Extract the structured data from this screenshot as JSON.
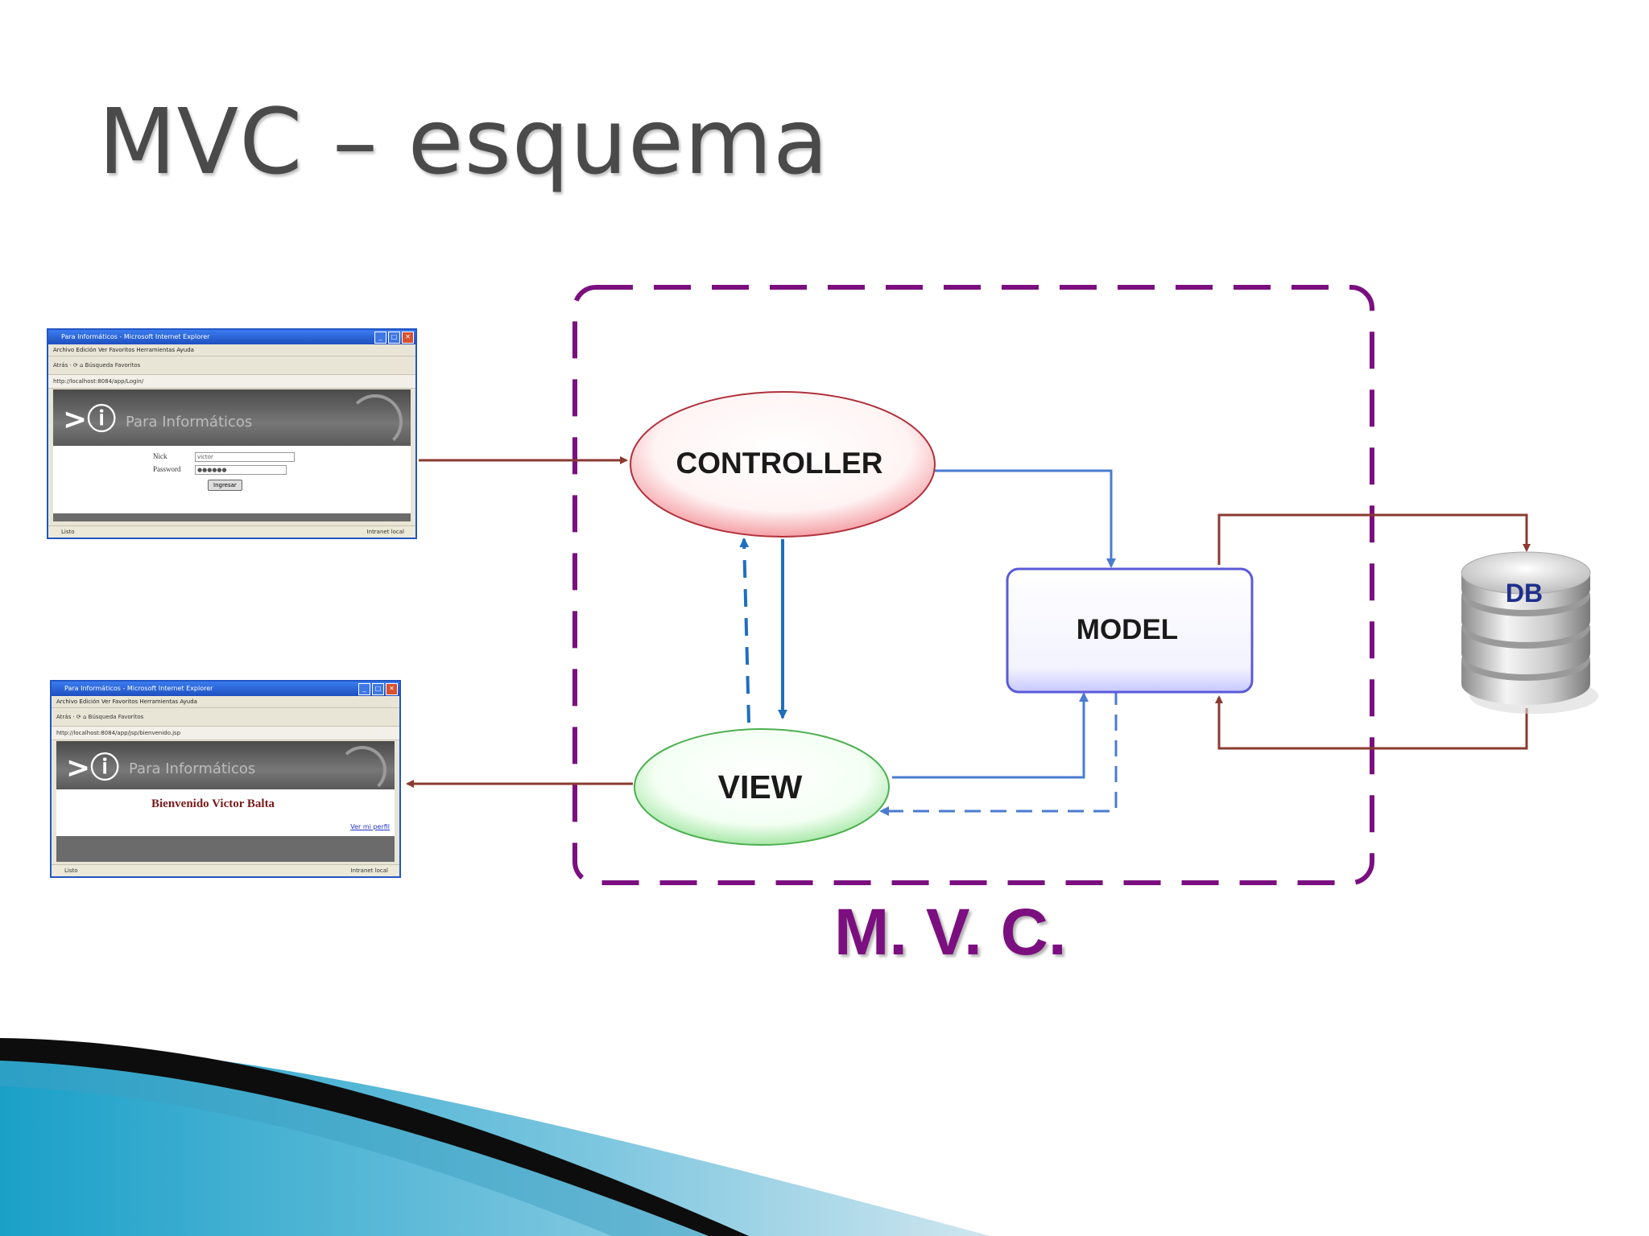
{
  "slide": {
    "title": "MVC – esquema",
    "footer_label": "M. V. C."
  },
  "diagram": {
    "controller": "CONTROLLER",
    "view": "VIEW",
    "model": "MODEL",
    "db": "DB"
  },
  "browser_login": {
    "window_title": "Para Informáticos - Microsoft Internet Explorer",
    "menu": "Archivo   Edición   Ver   Favoritos   Herramientas   Ayuda",
    "toolbar": "Atrás  ·  ⟳  ⌂   Búsqueda   Favoritos",
    "address": "http://localhost:8084/app/Login/",
    "site_name": "Para Informáticos",
    "nick_label": "Nick",
    "nick_value": "victor",
    "password_label": "Password",
    "password_value": "●●●●●●",
    "submit_label": "Ingresar",
    "status_left": "Listo",
    "status_right": "Intranet local"
  },
  "browser_welcome": {
    "window_title": "Para Informáticos - Microsoft Internet Explorer",
    "menu": "Archivo   Edición   Ver   Favoritos   Herramientas   Ayuda",
    "toolbar": "Atrás  ·  ⟳  ⌂   Búsqueda   Favoritos",
    "address": "http://localhost:8084/app/jsp/bienvenido.jsp",
    "site_name": "Para Informáticos",
    "welcome_text": "Bienvenido Victor Balta",
    "link_text": "Ver mi perfil",
    "status_left": "Listo",
    "status_right": "Intranet local"
  },
  "colors": {
    "request_arrow": "#8b3a30",
    "controller_arrow": "#4a7bd0",
    "boundary": "#7b0f7f",
    "title": "#4a4a4a"
  }
}
